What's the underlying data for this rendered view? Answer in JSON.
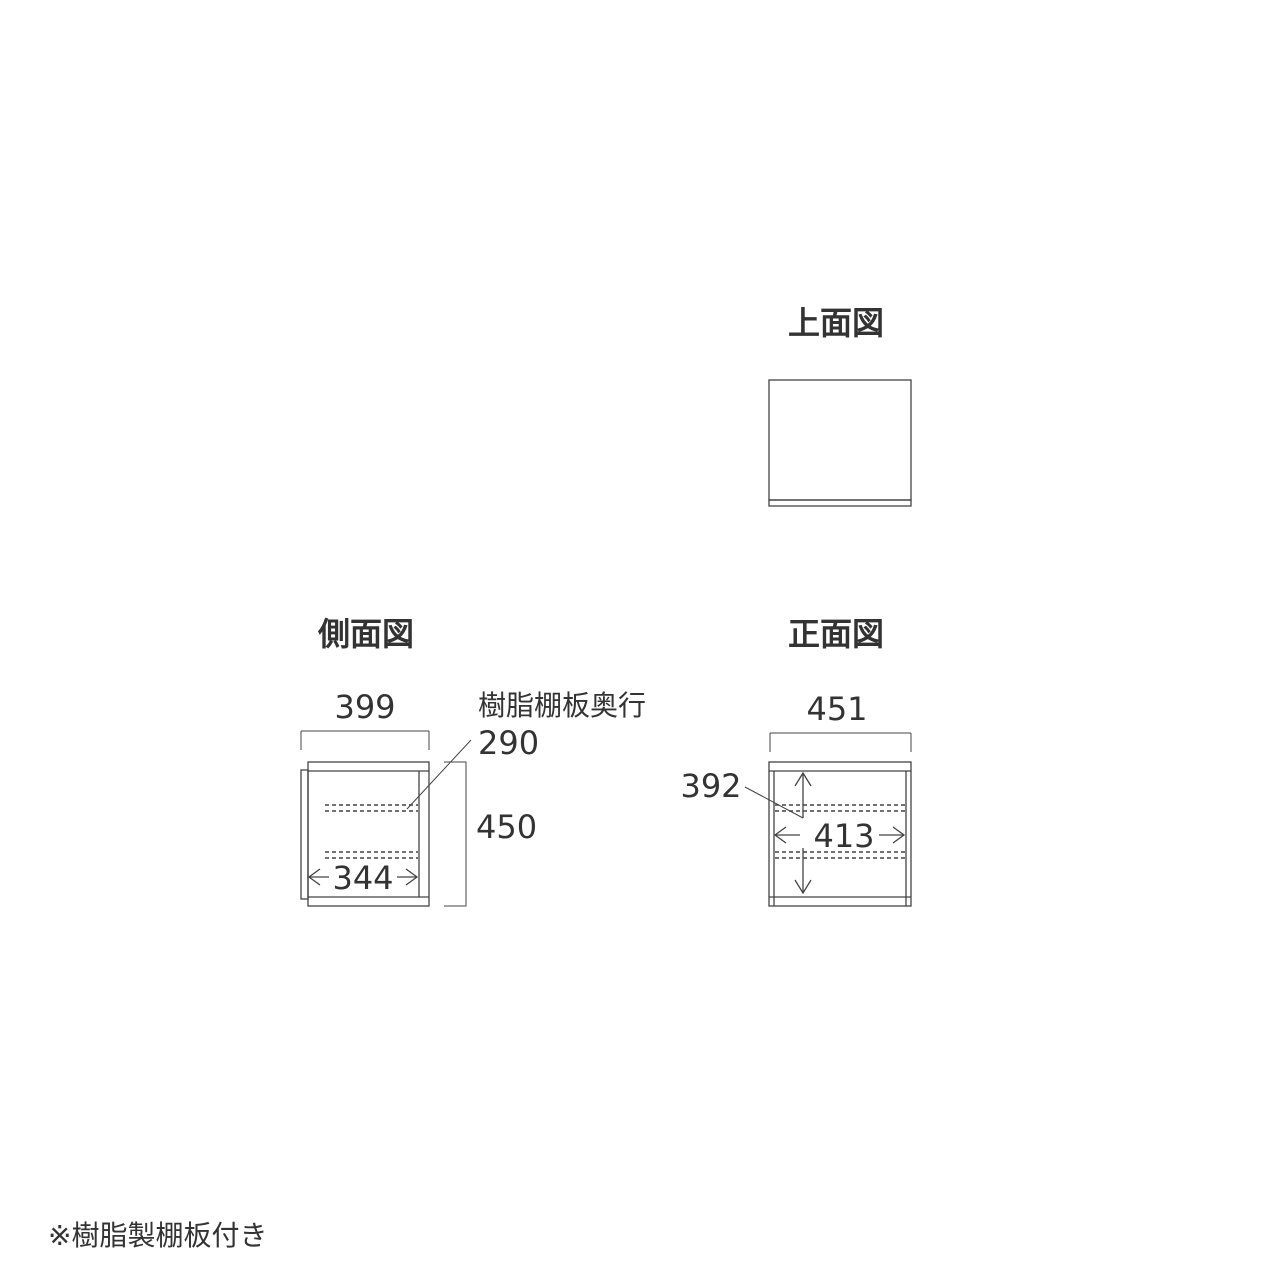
{
  "views": {
    "top": {
      "title": "上面図"
    },
    "side": {
      "title": "側面図",
      "width": "399",
      "height": "450",
      "inner_width": "344",
      "shelf_label": "樹脂棚板奥行",
      "shelf_depth": "290"
    },
    "front": {
      "title": "正面図",
      "width": "451",
      "inner_height": "392",
      "inner_width": "413"
    }
  },
  "footnote": "※樹脂製棚板付き"
}
